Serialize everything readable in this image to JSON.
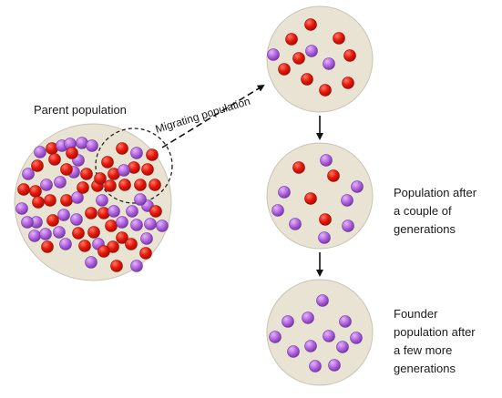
{
  "labels": {
    "parent": "Parent population",
    "migrating": "Migrating population",
    "after_couple": [
      "Population after",
      "a couple of",
      "generations"
    ],
    "founder": [
      "Founder",
      "population after",
      "a few more",
      "generations"
    ]
  },
  "colors": {
    "circle_fill": "#e8e3d3",
    "circle_stroke": "#c9c3b2",
    "red_allele": "#e8190b",
    "purple_allele": "#b366e0",
    "arrow": "#111111"
  },
  "populations": [
    {
      "name": "parent",
      "red": 30,
      "purple": 30
    },
    {
      "name": "migrating",
      "red": 11,
      "purple": 3
    },
    {
      "name": "after-couple",
      "red": 3,
      "purple": 9
    },
    {
      "name": "founder",
      "red": 0,
      "purple": 12
    }
  ]
}
